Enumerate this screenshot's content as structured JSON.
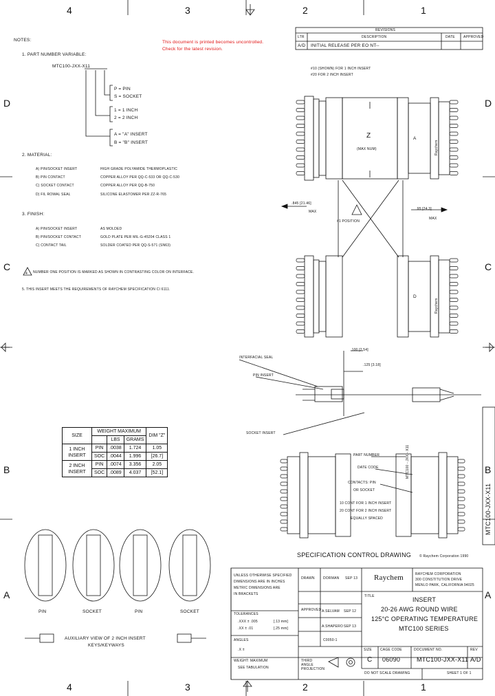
{
  "zones_top": [
    "4",
    "3",
    "2",
    "1"
  ],
  "zones_bottom": [
    "4",
    "3",
    "2",
    "1"
  ],
  "zones_left": [
    "D",
    "C",
    "B",
    "A"
  ],
  "zones_right": [
    "D",
    "C",
    "B",
    "A"
  ],
  "watermark": {
    "line1": "This document is printed becomes uncontrolled.",
    "line2": "Check for the latest revision."
  },
  "revision_table": {
    "top_label": "REVISIONS",
    "headers": [
      "LTR",
      "DESCRIPTION",
      "DATE",
      "APPROVED"
    ],
    "row": {
      "ltr": "A/D",
      "desc": "INITIAL RELEASE PER EO NT--",
      "date": "",
      "approved": ""
    }
  },
  "notes": {
    "title": "NOTES:",
    "n1": "1.  PART NUMBER VARIABLE:",
    "pn": "MTC100-JXX-X11",
    "opt_p": "P = PIN",
    "opt_s": "S = SOCKET",
    "opt_1": "1 = 1 INCH",
    "opt_2": "2 = 2 INCH",
    "opt_a": "A = \"A\" INSERT",
    "opt_b": "B = \"B\" INSERT",
    "n2": "2.  MATERIAL:",
    "mat": [
      [
        "A) PIN/SOCKET INSERT",
        "HIGH GRADE POLYAMIDE THERMOPLASTIC"
      ],
      [
        "B) PIN CONTACT",
        "COPPER ALLOY PER QQ-C-533 OR QQ-C-530"
      ],
      [
        "C) SOCKET CONTACT",
        "COPPER ALLOY PER QQ-B-750"
      ],
      [
        "D) FIL ROWAL SEAL",
        "SILICONE ELASTOMER PER ZZ-R-765"
      ]
    ],
    "n3": "3.  FINISH:",
    "fin": [
      [
        "A) PIN/SOCKET INSERT",
        "AS MOLDED"
      ],
      [
        "B) PIN/SOCKET CONTACT",
        "GOLD PLATE PER MIL-G-45204 CLASS 1"
      ],
      [
        "C) CONTACT TAIL",
        "SOLDER COATED PER QQ-S-571 (SN63)"
      ]
    ],
    "n4": "NUMBER ONE POSITION IS MARKED AS SHOWN IN CONTRASTING COLOR ON INTERFACE.",
    "n5": "5.  THIS INSERT MEETS THE REQUIREMENTS OF RAYCHEM SPECIFICATION CI 6111."
  },
  "drawing_labels": {
    "callout1": "#10 (SHOWN) FOR 1 INCH INSERT",
    "callout2": "#20 FOR 2 INCH INSERT",
    "z": "Z",
    "zmax": "(MAX NUM)",
    "a_mark": "A",
    "d_mark": "D",
    "dim_left": ".845 [21.46]",
    "dim_left2": "MAX",
    "dim_right": ".95 [24.3]",
    "dim_right2": "MAX",
    "pos1": "#1 POSITION",
    "dim100": ".100 [2.54]",
    "dim125": ".125 [3.18]",
    "interfacial": "INTERFACIAL SEAL",
    "pin_insert": "PIN INSERT",
    "socket_insert": "SOCKET INSERT",
    "part_number": "PART NUMBER",
    "date_code": "DATE CODE",
    "contacts1": "CONTACTS: PIN",
    "contacts2": "OR SOCKET",
    "contacts3": "10 CONT FOR 1 INCH INSERT",
    "contacts4": "20 CONT FOR 2 INCH INSERT",
    "contacts5": "EQUALLY SPACED",
    "body_mark": "MTC100 - JXX - X11",
    "logo_small": "Raychem"
  },
  "weight_table": {
    "h_size": "SIZE",
    "h_weight": "WEIGHT MAXIMUM",
    "h_lbs": "LBS",
    "h_grams": "GRAMS",
    "h_dim": "DIM \"Z\"",
    "rows": [
      {
        "size": "1 INCH INSERT",
        "type1": "PIN",
        "lbs1": ".0038",
        "g1": "1.724",
        "type2": "SOC",
        "lbs2": ".0044",
        "g2": "1.996",
        "dim": "1.05",
        "dim2": "[26.7]"
      },
      {
        "size": "2 INCH INSERT",
        "type1": "PIN",
        "lbs1": ".0074",
        "g1": "3.356",
        "type2": "SOC",
        "lbs2": ".0089",
        "g2": "4.037",
        "dim": "2.05",
        "dim2": "[52.1]"
      }
    ]
  },
  "views": {
    "labels": [
      "PIN",
      "SOCKET",
      "PIN",
      "SOCKET"
    ],
    "aux": "AUXILIARY VIEW OF 2 INCH INSERT",
    "aux2": "KEYS/KEYWAYS"
  },
  "title_block": {
    "scd": "SPECIFICATION CONTROL DRAWING",
    "copyright": "© Raychem Corporation 1990",
    "unless": [
      "UNLESS OTHERWISE SPECIFIED",
      "DIMENSIONS ARE IN INCHES",
      "METRIC DIMENSIONS ARE",
      "IN BRACKETS"
    ],
    "tol_title": "TOLERANCES",
    "tol1": ".XXX ± .005",
    "tol2": ".XX ± .01",
    "tol_mm1": "[.13 mm]",
    "tol_mm2": "[.25 mm]",
    "angles": "ANGLES",
    "angles_val": ".X ±",
    "weight": "WEIGHT: MAXIMUM",
    "weight2": "SEE TABULATION",
    "third_angle": "THIRD ANGLE PROJECTION",
    "drawn": "DRAWN",
    "drawn_by": "DORMAN",
    "drawn_date": "SEP 13",
    "approved": "APPROVED",
    "app1": "A.SELVAM",
    "app1_date": "SEP 12",
    "app2": "A.SHAPERO",
    "app2_date": "SEP 13",
    "company": "Raychem",
    "address": [
      "RAYCHEM CORPORATION",
      "300 CONSTITUTION DRIVE",
      "MENLO PARK, CALIFORNIA 94025"
    ],
    "title_label": "TITLE",
    "title1": "INSERT",
    "title2": "20-26 AWG ROUND WIRE",
    "title3": "125°C OPERATING TEMPERATURE",
    "title4": "MTC100 SERIES",
    "doc_no": "C0050-1",
    "size_label": "SIZE",
    "cage_label": "CAGE CODE",
    "dwg_label": "DOCUMENT NO.",
    "rev_label": "REV",
    "size": "C",
    "cage": "06090",
    "dwg": "MTC100-JXX-X11",
    "rev": "A/D",
    "no_scale": "DO NOT SCALE DRAWING",
    "sheet": "SHEET 1 OF 1"
  },
  "side_number": "MTC100-JXX-X11"
}
